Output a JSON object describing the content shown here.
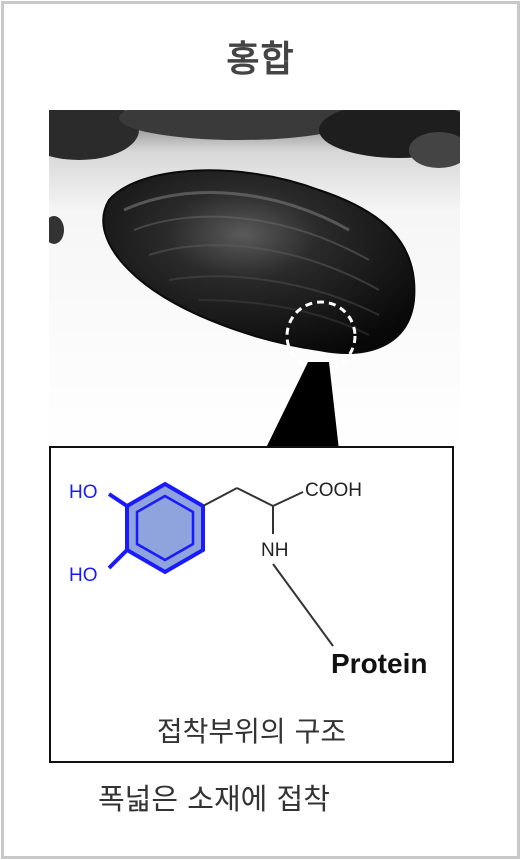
{
  "title": "홍합",
  "structure": {
    "ho_top": "HO",
    "ho_bottom": "HO",
    "cooh": "COOH",
    "nh": "NH",
    "protein": "Protein",
    "caption": "접착부위의 구조"
  },
  "bottom_caption": "폭넓은 소재에 접착",
  "colors": {
    "catechol": "#1a1aff",
    "ring_fill": "#8fa3dd",
    "frame": "#c8c8c8"
  }
}
